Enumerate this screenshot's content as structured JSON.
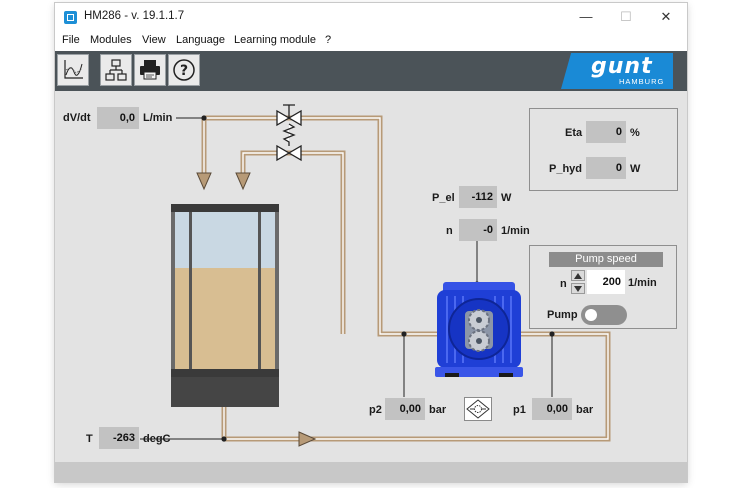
{
  "window": {
    "title": "HM286 - v. 19.1.1.7",
    "controls": {
      "minimize": "—",
      "maximize": "☐",
      "close": "✕"
    }
  },
  "menu": [
    "File",
    "Modules",
    "View",
    "Language",
    "Learning module",
    "?"
  ],
  "toolbar": {
    "buttons": [
      "chart-icon",
      "network-icon",
      "printer-icon",
      "help-icon"
    ],
    "help_glyph": "?",
    "logo_text": "gunt",
    "logo_subtext": "HAMBURG"
  },
  "colors": {
    "pipe": "#b79a77",
    "toolbar": "#4b5358",
    "brand": "#1a8ad6",
    "motor": "#1f3fd6",
    "tank_liquid": "#d8be92",
    "tank_empty": "#c9d8e3"
  },
  "readouts": {
    "flow_rate": {
      "label": "dV/dt",
      "value": "0,0",
      "unit": "L/min"
    },
    "temperature": {
      "label": "T",
      "value": "-263",
      "unit": "degC"
    },
    "p_el": {
      "label": "P_el",
      "value": "-112",
      "unit": "W"
    },
    "speed": {
      "label": "n",
      "value": "-0",
      "unit": "1/min"
    },
    "p2": {
      "label": "p2",
      "value": "0,00",
      "unit": "bar"
    },
    "p1": {
      "label": "p1",
      "value": "0,00",
      "unit": "bar"
    }
  },
  "efficiency_panel": {
    "eta": {
      "label": "Eta",
      "value": "0",
      "unit": "%"
    },
    "p_hyd": {
      "label": "P_hyd",
      "value": "0",
      "unit": "W"
    }
  },
  "pump_speed_panel": {
    "title": "Pump speed",
    "n_label": "n",
    "n_value": "200",
    "n_unit": "1/min",
    "pump_label": "Pump",
    "pump_on": false
  },
  "tank": {
    "fill_level": 0.6
  }
}
